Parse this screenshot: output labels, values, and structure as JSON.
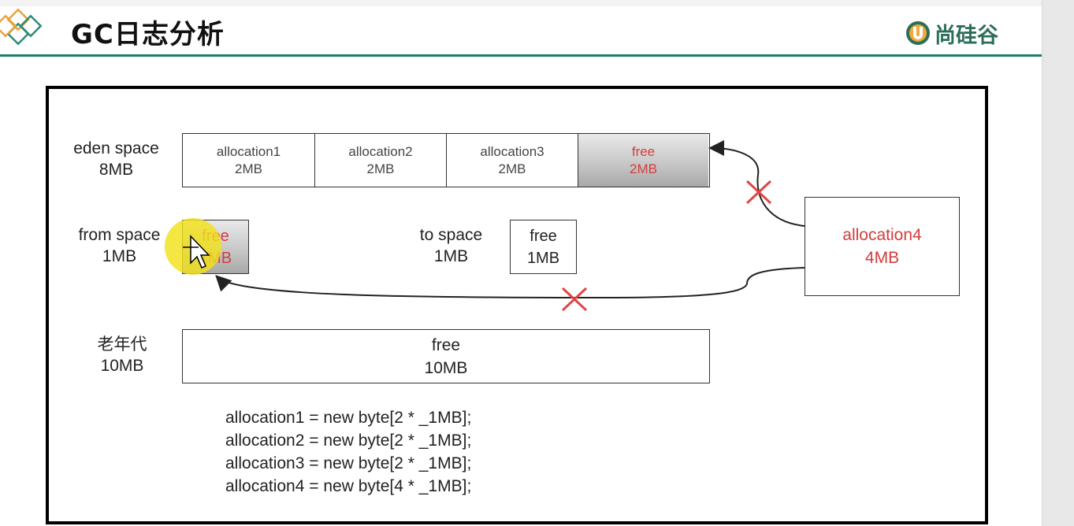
{
  "header": {
    "title": "GC日志分析",
    "brand": "尚硅谷",
    "accent_color": "#1f7e6c",
    "logo_icon": "diamond-logo-icon",
    "brand_icon": "u-logo-icon"
  },
  "eden": {
    "label_line1": "eden space",
    "label_line2": "8MB",
    "cells": [
      {
        "name": "allocation1",
        "size": "2MB"
      },
      {
        "name": "allocation2",
        "size": "2MB"
      },
      {
        "name": "allocation3",
        "size": "2MB"
      },
      {
        "name": "free",
        "size": "2MB"
      }
    ]
  },
  "from_space": {
    "label_line1": "from space",
    "label_line2": "1MB",
    "cell_name": "free",
    "cell_size": "1MB"
  },
  "to_space": {
    "label_line1": "to space",
    "label_line2": "1MB",
    "cell_name": "free",
    "cell_size": "1MB"
  },
  "old_gen": {
    "label_line1": "老年代",
    "label_line2": "10MB",
    "cell_name": "free",
    "cell_size": "10MB"
  },
  "allocation4": {
    "name": "allocation4",
    "size": "4MB",
    "text_color": "#d43c3c"
  },
  "code_lines": [
    "allocation1 = new byte[2 * _1MB];",
    "allocation2 = new byte[2 * _1MB];",
    "allocation3 = new byte[2 * _1MB];",
    "allocation4 = new byte[4 * _1MB];"
  ],
  "icons": {
    "failed_marker": "red-x-icon",
    "pointer": "mouse-cursor-icon"
  }
}
